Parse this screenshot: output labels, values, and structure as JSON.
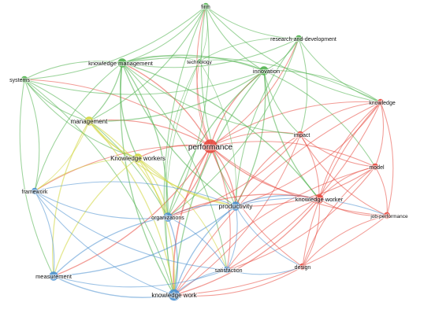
{
  "network": {
    "clusters": [
      {
        "id": "red",
        "color": "#e8483e"
      },
      {
        "id": "green",
        "color": "#4db04a"
      },
      {
        "id": "blue",
        "color": "#4a90d0"
      },
      {
        "id": "yellow",
        "color": "#cfd63a"
      }
    ],
    "nodes": [
      {
        "id": "performance",
        "label": "performance",
        "cluster": "red",
        "weight": 5
      },
      {
        "id": "firm",
        "label": "firm",
        "cluster": "green",
        "weight": 2
      },
      {
        "id": "research-and-development",
        "label": "research-and-development",
        "cluster": "green",
        "weight": 2
      },
      {
        "id": "technology",
        "label": "technology",
        "cluster": "green",
        "weight": 1
      },
      {
        "id": "knowledge-management",
        "label": "knowledge management",
        "cluster": "green",
        "weight": 3
      },
      {
        "id": "innovation",
        "label": "innovation",
        "cluster": "green",
        "weight": 3
      },
      {
        "id": "systems",
        "label": "systems",
        "cluster": "green",
        "weight": 2
      },
      {
        "id": "knowledge",
        "label": "knowledge",
        "cluster": "red",
        "weight": 2
      },
      {
        "id": "management",
        "label": "management",
        "cluster": "yellow",
        "weight": 3
      },
      {
        "id": "impact",
        "label": "impact",
        "cluster": "red",
        "weight": 2
      },
      {
        "id": "knowledge-workers",
        "label": "Knowledge workers",
        "cluster": "yellow",
        "weight": 3
      },
      {
        "id": "model",
        "label": "model",
        "cluster": "red",
        "weight": 2
      },
      {
        "id": "framework",
        "label": "framework",
        "cluster": "blue",
        "weight": 2
      },
      {
        "id": "productivity",
        "label": "productivity",
        "cluster": "blue",
        "weight": 3
      },
      {
        "id": "knowledge-worker",
        "label": "knowledge worker",
        "cluster": "red",
        "weight": 3
      },
      {
        "id": "organizations",
        "label": "organizations",
        "cluster": "blue",
        "weight": 3
      },
      {
        "id": "job-performance",
        "label": "job-performance",
        "cluster": "red",
        "weight": 2
      },
      {
        "id": "satisfaction",
        "label": "satisfaction",
        "cluster": "blue",
        "weight": 2
      },
      {
        "id": "design",
        "label": "design",
        "cluster": "red",
        "weight": 2
      },
      {
        "id": "measurement",
        "label": "measurement",
        "cluster": "blue",
        "weight": 3
      },
      {
        "id": "knowledge-work",
        "label": "knowledge work",
        "cluster": "blue",
        "weight": 4
      }
    ],
    "edges": [
      [
        "performance",
        "firm"
      ],
      [
        "performance",
        "research-and-development"
      ],
      [
        "performance",
        "technology"
      ],
      [
        "performance",
        "knowledge-management"
      ],
      [
        "performance",
        "innovation"
      ],
      [
        "performance",
        "systems"
      ],
      [
        "performance",
        "knowledge"
      ],
      [
        "performance",
        "management"
      ],
      [
        "performance",
        "impact"
      ],
      [
        "performance",
        "knowledge-workers"
      ],
      [
        "performance",
        "model"
      ],
      [
        "performance",
        "framework"
      ],
      [
        "performance",
        "productivity"
      ],
      [
        "performance",
        "knowledge-worker"
      ],
      [
        "performance",
        "organizations"
      ],
      [
        "performance",
        "job-performance"
      ],
      [
        "performance",
        "satisfaction"
      ],
      [
        "performance",
        "design"
      ],
      [
        "performance",
        "measurement"
      ],
      [
        "performance",
        "knowledge-work"
      ],
      [
        "firm",
        "knowledge-management"
      ],
      [
        "firm",
        "innovation"
      ],
      [
        "firm",
        "technology"
      ],
      [
        "firm",
        "research-and-development"
      ],
      [
        "firm",
        "systems"
      ],
      [
        "firm",
        "knowledge"
      ],
      [
        "firm",
        "management"
      ],
      [
        "firm",
        "productivity"
      ],
      [
        "firm",
        "organizations"
      ],
      [
        "firm",
        "knowledge-work"
      ],
      [
        "research-and-development",
        "innovation"
      ],
      [
        "research-and-development",
        "technology"
      ],
      [
        "research-and-development",
        "knowledge-management"
      ],
      [
        "research-and-development",
        "productivity"
      ],
      [
        "research-and-development",
        "organizations"
      ],
      [
        "research-and-development",
        "knowledge"
      ],
      [
        "research-and-development",
        "impact"
      ],
      [
        "technology",
        "knowledge-management"
      ],
      [
        "technology",
        "innovation"
      ],
      [
        "technology",
        "organizations"
      ],
      [
        "technology",
        "productivity"
      ],
      [
        "technology",
        "knowledge-work"
      ],
      [
        "knowledge-management",
        "innovation"
      ],
      [
        "knowledge-management",
        "systems"
      ],
      [
        "knowledge-management",
        "management"
      ],
      [
        "knowledge-management",
        "knowledge-workers"
      ],
      [
        "knowledge-management",
        "organizations"
      ],
      [
        "knowledge-management",
        "productivity"
      ],
      [
        "knowledge-management",
        "knowledge"
      ],
      [
        "knowledge-management",
        "impact"
      ],
      [
        "knowledge-management",
        "knowledge-worker"
      ],
      [
        "knowledge-management",
        "framework"
      ],
      [
        "knowledge-management",
        "satisfaction"
      ],
      [
        "knowledge-management",
        "knowledge-work"
      ],
      [
        "innovation",
        "knowledge"
      ],
      [
        "innovation",
        "impact"
      ],
      [
        "innovation",
        "productivity"
      ],
      [
        "innovation",
        "organizations"
      ],
      [
        "innovation",
        "management"
      ],
      [
        "innovation",
        "knowledge-worker"
      ],
      [
        "innovation",
        "systems"
      ],
      [
        "innovation",
        "knowledge-work"
      ],
      [
        "innovation",
        "model"
      ],
      [
        "systems",
        "management"
      ],
      [
        "systems",
        "framework"
      ],
      [
        "systems",
        "measurement"
      ],
      [
        "systems",
        "knowledge-work"
      ],
      [
        "systems",
        "knowledge-workers"
      ],
      [
        "systems",
        "organizations"
      ],
      [
        "knowledge",
        "impact"
      ],
      [
        "knowledge",
        "model"
      ],
      [
        "knowledge",
        "knowledge-worker"
      ],
      [
        "knowledge",
        "job-performance"
      ],
      [
        "knowledge",
        "design"
      ],
      [
        "knowledge",
        "productivity"
      ],
      [
        "knowledge",
        "knowledge-work"
      ],
      [
        "knowledge",
        "satisfaction"
      ],
      [
        "management",
        "knowledge-workers"
      ],
      [
        "management",
        "organizations"
      ],
      [
        "management",
        "productivity"
      ],
      [
        "management",
        "framework"
      ],
      [
        "management",
        "measurement"
      ],
      [
        "management",
        "knowledge-work"
      ],
      [
        "impact",
        "model"
      ],
      [
        "impact",
        "knowledge-worker"
      ],
      [
        "impact",
        "productivity"
      ],
      [
        "impact",
        "organizations"
      ],
      [
        "impact",
        "job-performance"
      ],
      [
        "impact",
        "knowledge-work"
      ],
      [
        "knowledge-workers",
        "productivity"
      ],
      [
        "knowledge-workers",
        "organizations"
      ],
      [
        "knowledge-workers",
        "framework"
      ],
      [
        "knowledge-workers",
        "knowledge-work"
      ],
      [
        "knowledge-workers",
        "measurement"
      ],
      [
        "knowledge-workers",
        "satisfaction"
      ],
      [
        "model",
        "knowledge-worker"
      ],
      [
        "model",
        "job-performance"
      ],
      [
        "model",
        "design"
      ],
      [
        "model",
        "productivity"
      ],
      [
        "model",
        "knowledge-work"
      ],
      [
        "model",
        "satisfaction"
      ],
      [
        "framework",
        "organizations"
      ],
      [
        "framework",
        "measurement"
      ],
      [
        "framework",
        "knowledge-work"
      ],
      [
        "framework",
        "productivity"
      ],
      [
        "framework",
        "satisfaction"
      ],
      [
        "productivity",
        "knowledge-worker"
      ],
      [
        "productivity",
        "organizations"
      ],
      [
        "productivity",
        "satisfaction"
      ],
      [
        "productivity",
        "knowledge-work"
      ],
      [
        "productivity",
        "measurement"
      ],
      [
        "productivity",
        "design"
      ],
      [
        "productivity",
        "job-performance"
      ],
      [
        "knowledge-worker",
        "job-performance"
      ],
      [
        "knowledge-worker",
        "design"
      ],
      [
        "knowledge-worker",
        "organizations"
      ],
      [
        "knowledge-worker",
        "knowledge-work"
      ],
      [
        "knowledge-worker",
        "satisfaction"
      ],
      [
        "organizations",
        "satisfaction"
      ],
      [
        "organizations",
        "measurement"
      ],
      [
        "organizations",
        "knowledge-work"
      ],
      [
        "job-performance",
        "design"
      ],
      [
        "job-performance",
        "knowledge-work"
      ],
      [
        "satisfaction",
        "knowledge-work"
      ],
      [
        "satisfaction",
        "measurement"
      ],
      [
        "satisfaction",
        "design"
      ],
      [
        "design",
        "knowledge-work"
      ],
      [
        "measurement",
        "knowledge-work"
      ]
    ]
  }
}
